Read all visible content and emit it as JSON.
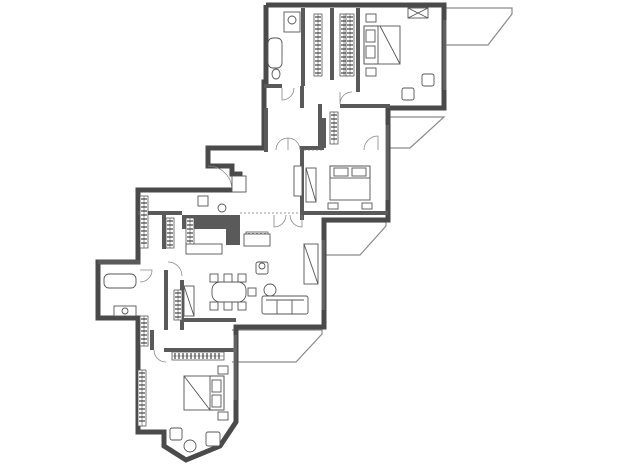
{
  "plan": {
    "rooms": [
      "bedroom-top",
      "bedroom-middle",
      "bedroom-bottom",
      "living-dining",
      "hall",
      "bathroom-top",
      "bathroom-left"
    ],
    "colors": {
      "wall": "#5a5a5a",
      "line": "#555555",
      "balcony": "#8a8a8a",
      "background": "#ffffff"
    }
  }
}
